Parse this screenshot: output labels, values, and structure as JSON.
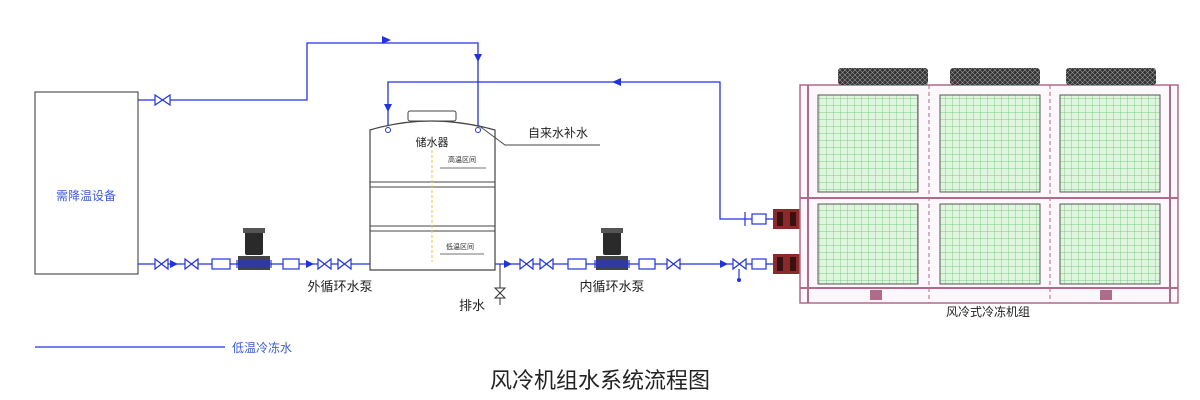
{
  "title": "风冷机组水系统流程图",
  "labels": {
    "equipment": "需降温设备",
    "tank": "储水器",
    "tank_note_top": "高温区间",
    "tank_note_bottom": "低温区间",
    "makeup": "自来水补水",
    "outer_pump": "外循环水泵",
    "inner_pump": "内循环水泵",
    "drain": "排水",
    "unit": "风冷式冷冻机组",
    "legend": "低温冷冻水"
  },
  "colors": {
    "pipe": "#2233dd",
    "line": "#444444",
    "coil": "#7ed17e",
    "frame": "#b06a8a",
    "flange": "#8a2a2a"
  }
}
